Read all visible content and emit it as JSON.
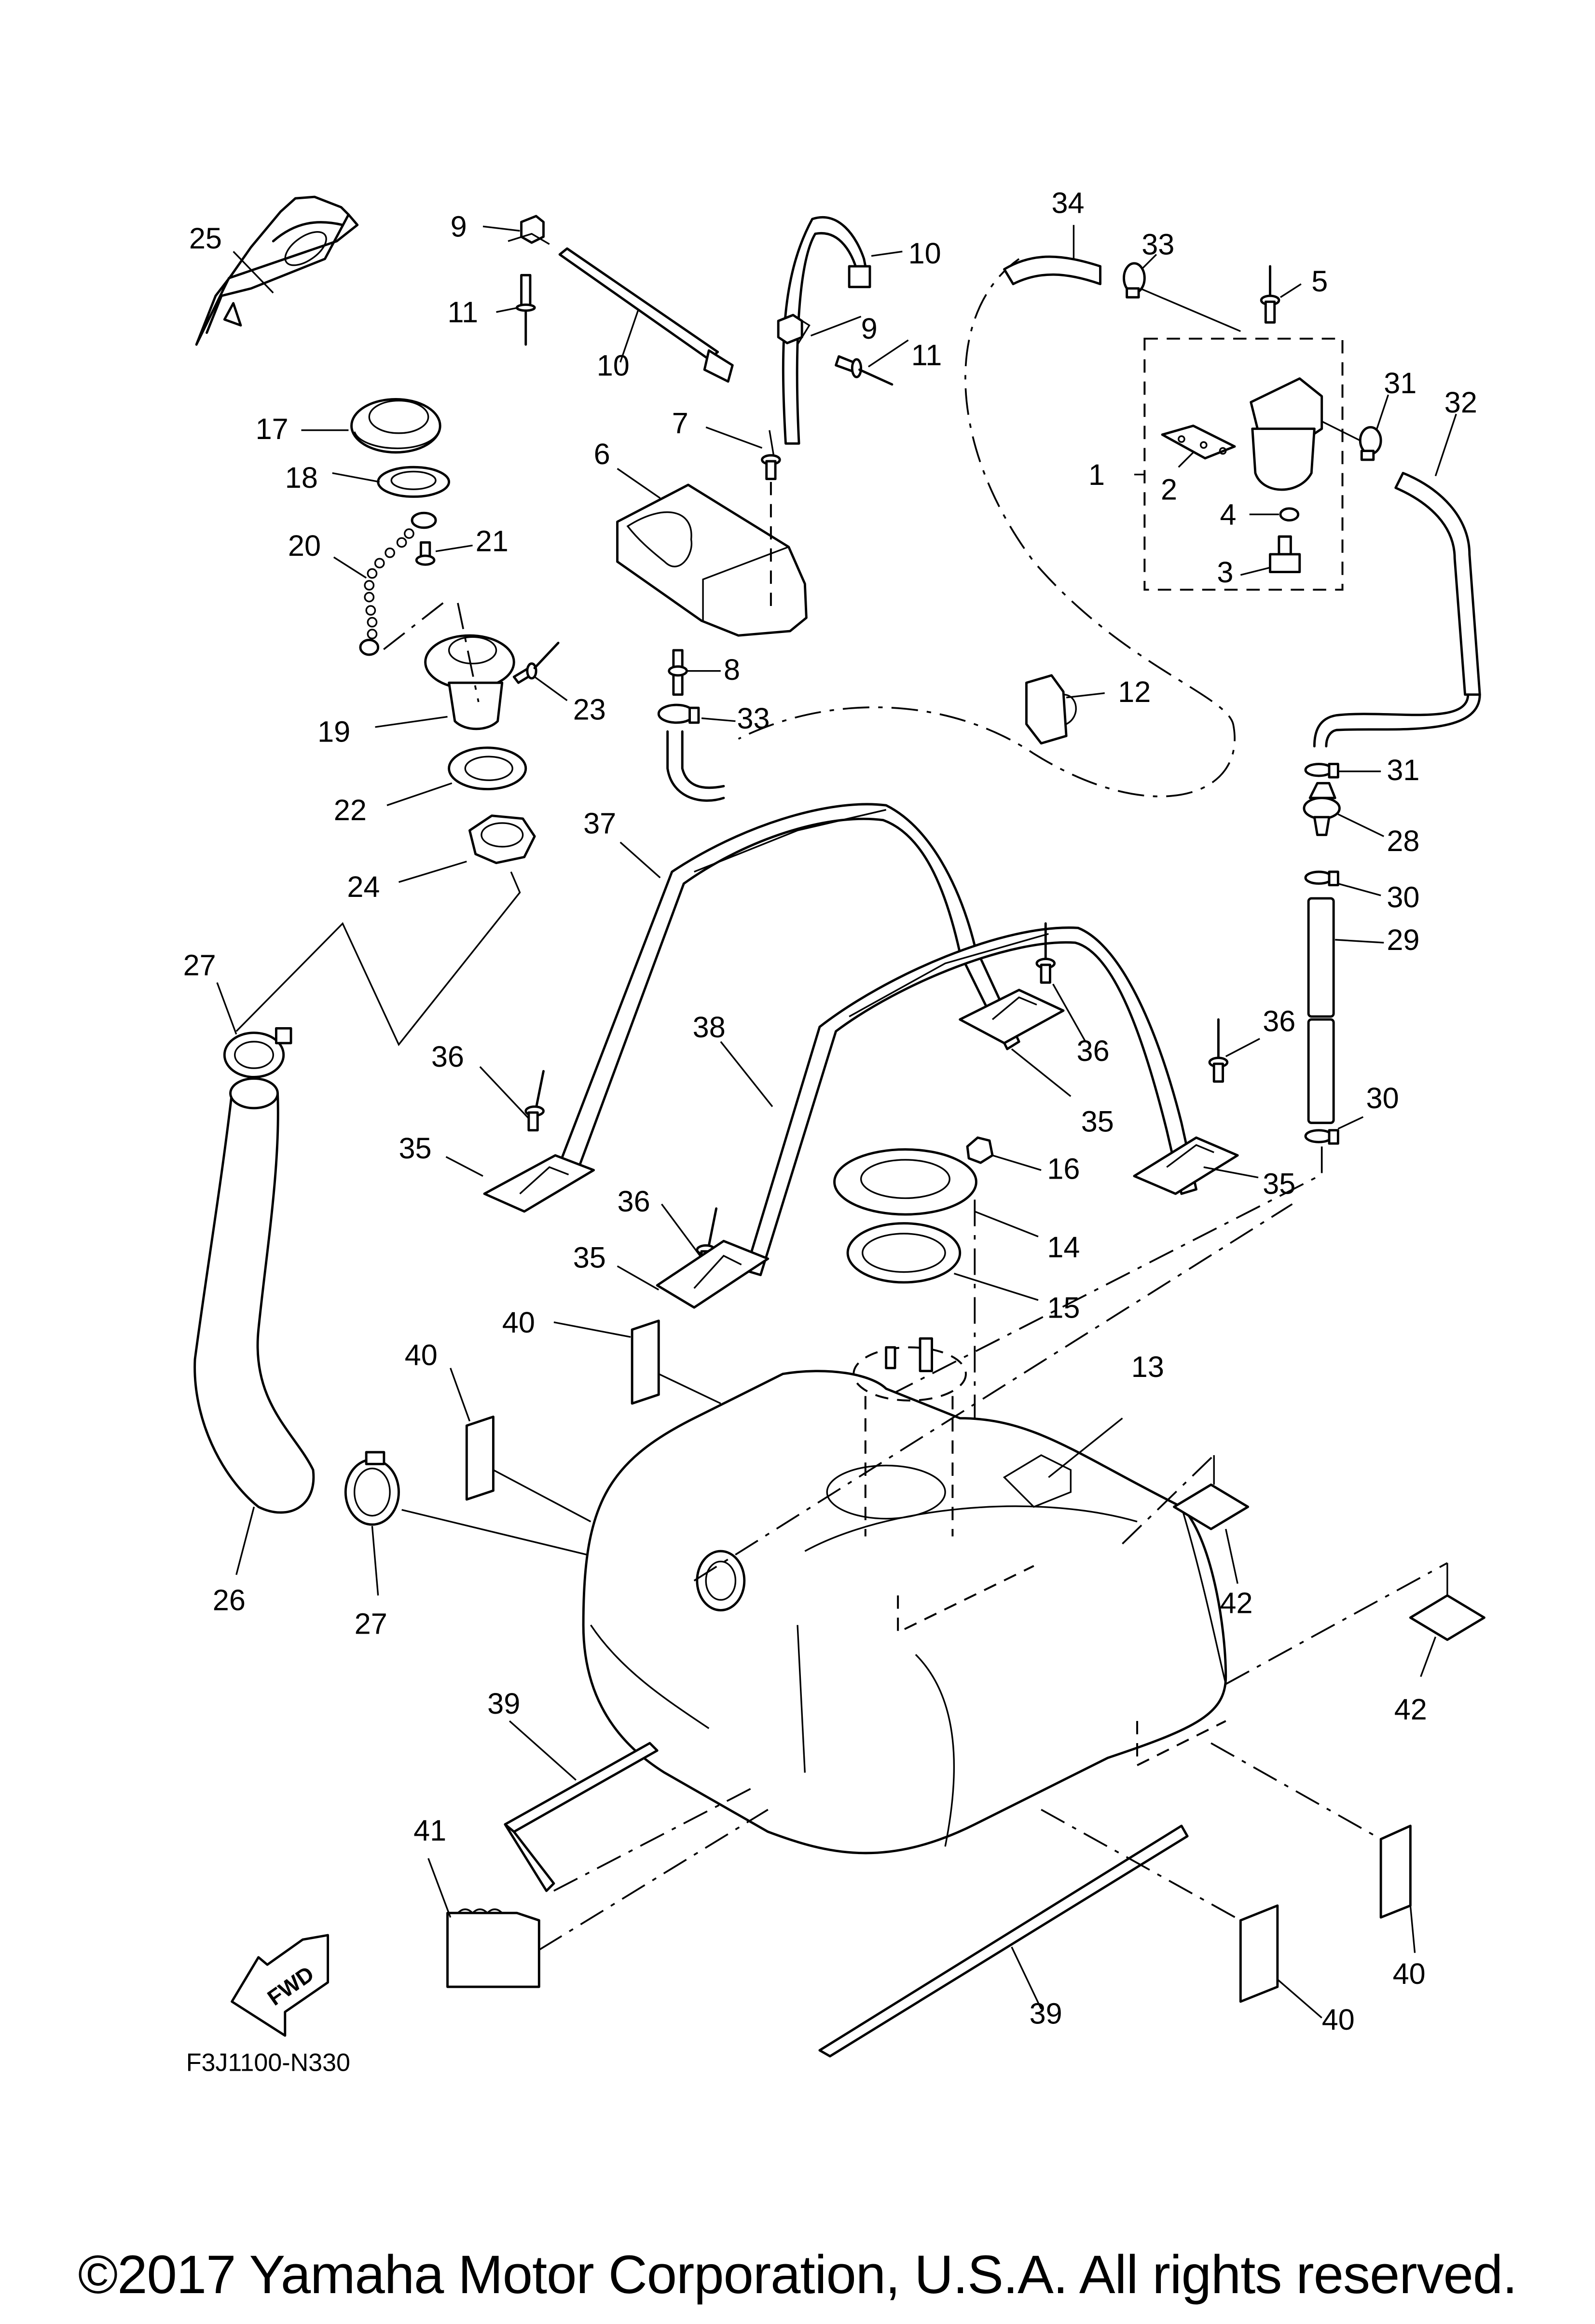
{
  "diagram": {
    "title": "Fuel Tank exploded parts diagram",
    "figure_code": "F3J1100-N330",
    "direction_indicator": "FWD",
    "copyright": "©2017 Yamaha Motor Corporation, U.S.A. All rights reserved.",
    "callouts": [
      {
        "id": "c25",
        "text": "25"
      },
      {
        "id": "c9a",
        "text": "9"
      },
      {
        "id": "c11a",
        "text": "11"
      },
      {
        "id": "c10a",
        "text": "10"
      },
      {
        "id": "c10b",
        "text": "10"
      },
      {
        "id": "c9b",
        "text": "9"
      },
      {
        "id": "c11b",
        "text": "11"
      },
      {
        "id": "c34",
        "text": "34"
      },
      {
        "id": "c33a",
        "text": "33"
      },
      {
        "id": "c5",
        "text": "5"
      },
      {
        "id": "c31a",
        "text": "31"
      },
      {
        "id": "c32",
        "text": "32"
      },
      {
        "id": "c1",
        "text": "1"
      },
      {
        "id": "c2",
        "text": "2"
      },
      {
        "id": "c4",
        "text": "4"
      },
      {
        "id": "c3",
        "text": "3"
      },
      {
        "id": "c17",
        "text": "17"
      },
      {
        "id": "c18",
        "text": "18"
      },
      {
        "id": "c7",
        "text": "7"
      },
      {
        "id": "c6",
        "text": "6"
      },
      {
        "id": "c20",
        "text": "20"
      },
      {
        "id": "c21",
        "text": "21"
      },
      {
        "id": "c8",
        "text": "8"
      },
      {
        "id": "c33b",
        "text": "33"
      },
      {
        "id": "c12",
        "text": "12"
      },
      {
        "id": "c19",
        "text": "19"
      },
      {
        "id": "c23",
        "text": "23"
      },
      {
        "id": "c22",
        "text": "22"
      },
      {
        "id": "c31b",
        "text": "31"
      },
      {
        "id": "c28",
        "text": "28"
      },
      {
        "id": "c37",
        "text": "37"
      },
      {
        "id": "c24",
        "text": "24"
      },
      {
        "id": "c30a",
        "text": "30"
      },
      {
        "id": "c29",
        "text": "29"
      },
      {
        "id": "c27a",
        "text": "27"
      },
      {
        "id": "c38",
        "text": "38"
      },
      {
        "id": "c36a",
        "text": "36"
      },
      {
        "id": "c36b",
        "text": "36"
      },
      {
        "id": "c36c",
        "text": "36"
      },
      {
        "id": "c35a",
        "text": "35"
      },
      {
        "id": "c35b",
        "text": "35"
      },
      {
        "id": "c30b",
        "text": "30"
      },
      {
        "id": "c16",
        "text": "16"
      },
      {
        "id": "c35c",
        "text": "35"
      },
      {
        "id": "c36d",
        "text": "36"
      },
      {
        "id": "c14",
        "text": "14"
      },
      {
        "id": "c35d",
        "text": "35"
      },
      {
        "id": "c15",
        "text": "15"
      },
      {
        "id": "c40a",
        "text": "40"
      },
      {
        "id": "c13",
        "text": "13"
      },
      {
        "id": "c40b",
        "text": "40"
      },
      {
        "id": "c42a",
        "text": "42"
      },
      {
        "id": "c26",
        "text": "26"
      },
      {
        "id": "c27b",
        "text": "27"
      },
      {
        "id": "c42b",
        "text": "42"
      },
      {
        "id": "c39a",
        "text": "39"
      },
      {
        "id": "c41",
        "text": "41"
      },
      {
        "id": "c40c",
        "text": "40"
      },
      {
        "id": "c39b",
        "text": "39"
      },
      {
        "id": "c40d",
        "text": "40"
      }
    ]
  }
}
